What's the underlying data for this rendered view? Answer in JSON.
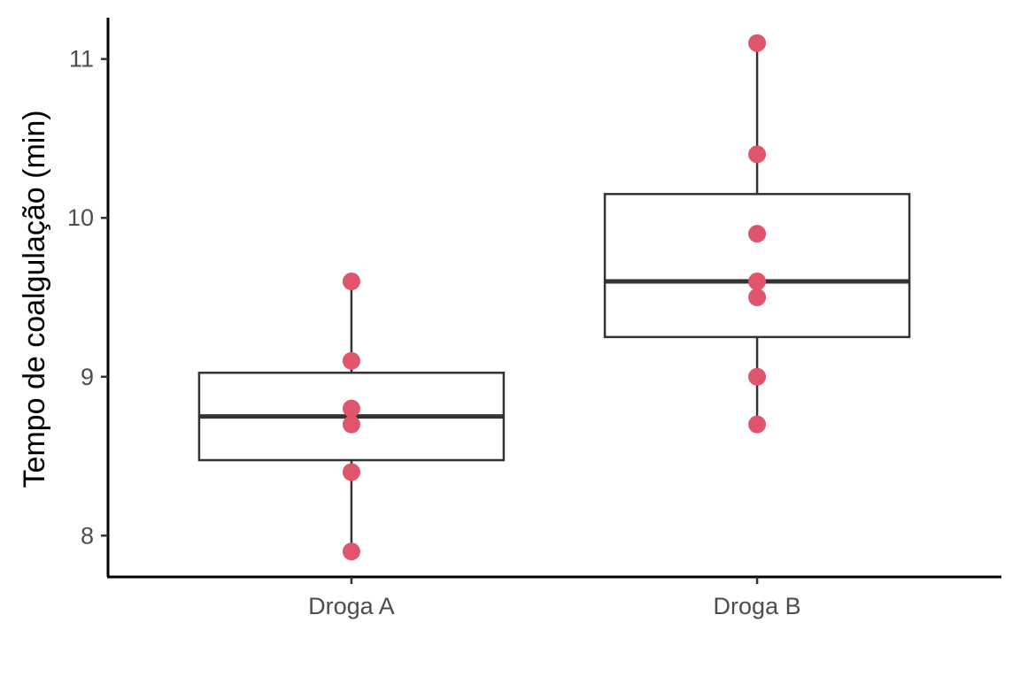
{
  "chart_data": {
    "type": "box",
    "title": "",
    "xlabel": "",
    "ylabel": "Tempo de coalgulação (min)",
    "categories": [
      "Droga A",
      "Droga B"
    ],
    "ylim": [
      7.74,
      11.26
    ],
    "yticks": [
      8,
      9,
      10,
      11
    ],
    "ytick_labels": [
      "8",
      "9",
      "10",
      "11"
    ],
    "grid": false,
    "point_color": "#E0546C",
    "box_color": "#333333",
    "groups": [
      {
        "name": "Droga A",
        "points": [
          7.9,
          8.4,
          8.7,
          8.8,
          9.1,
          9.6
        ],
        "whisker_low": 7.9,
        "q1": 8.475,
        "median": 8.75,
        "q3": 9.025,
        "whisker_high": 9.6
      },
      {
        "name": "Droga B",
        "points": [
          8.7,
          9.0,
          9.5,
          9.6,
          9.9,
          10.4,
          11.1
        ],
        "whisker_low": 8.7,
        "q1": 9.25,
        "median": 9.6,
        "q3": 10.15,
        "whisker_high": 11.1
      }
    ]
  }
}
